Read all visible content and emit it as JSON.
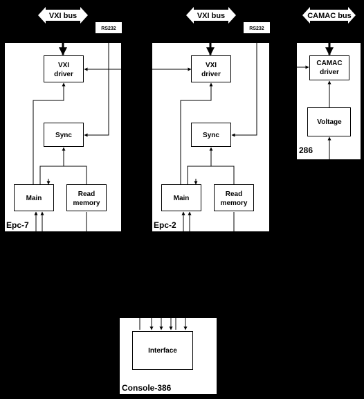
{
  "buses": {
    "vxi_left": "VXI bus",
    "vxi_right": "VXI bus",
    "camac": "CAMAC bus"
  },
  "rs232": {
    "left": "RS232",
    "right": "RS232"
  },
  "epc7": {
    "title": "Epc-7",
    "vxi_driver_line1": "VXI",
    "vxi_driver_line2": "driver",
    "sync": "Sync",
    "main": "Main",
    "read_memory_line1": "Read",
    "read_memory_line2": "memory"
  },
  "epc2": {
    "title": "Epc-2",
    "vxi_driver_line1": "VXI",
    "vxi_driver_line2": "driver",
    "sync": "Sync",
    "main": "Main",
    "read_memory_line1": "Read",
    "read_memory_line2": "memory"
  },
  "unit286": {
    "title": "286",
    "camac_driver_line1": "CAMAC",
    "camac_driver_line2": "driver",
    "voltage": "Voltage"
  },
  "console": {
    "title": "Console-386",
    "interface": "Interface"
  }
}
